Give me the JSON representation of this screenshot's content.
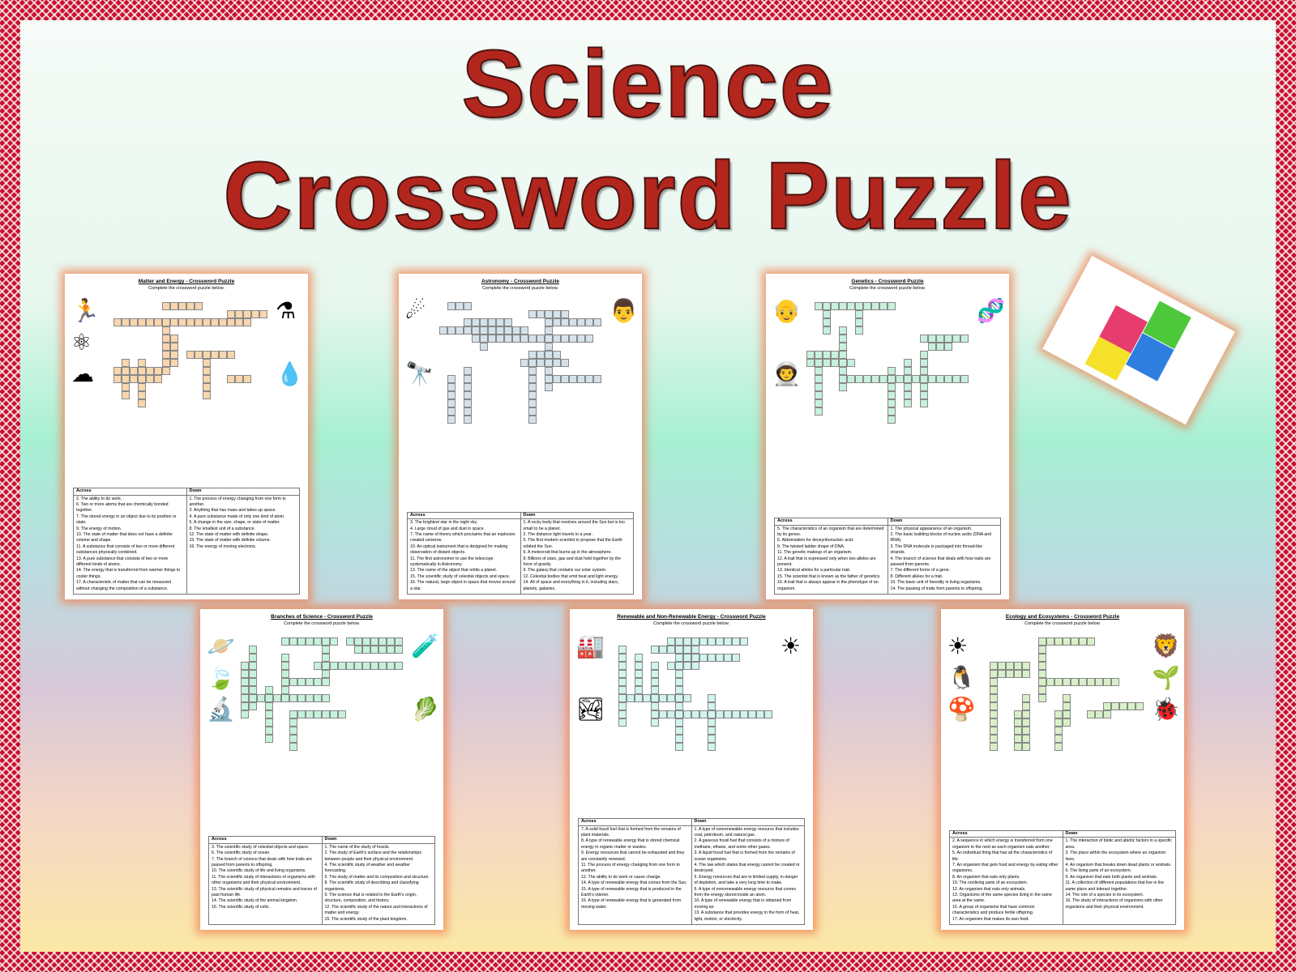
{
  "title": {
    "line1": "Science",
    "line2": "Crossword Puzzle"
  },
  "subtitle": "Complete the crossword puzzle below.",
  "pages": [
    {
      "title": "Matter and Energy - Crossword Puzzle",
      "cell_color": "#f8d6ae",
      "across_label": "Across",
      "down_label": "Down",
      "across": [
        "2. The ability to do work.",
        "6. Two or more atoms that are chemically bonded together.",
        "7. The stored energy in an object due to its position or state.",
        "9. The energy of motion.",
        "10. The state of matter that does not have a definite volume and shape.",
        "11. A substance that consists of two or more different substances physically combined.",
        "13. A pure substance that consists of two or more different kinds of atoms.",
        "14. The energy that is transferred from warmer things to cooler things.",
        "17. A characteristic of matter that can be measured without changing the composition of a substance."
      ],
      "down": [
        "1. The process of energy changing from one form to another.",
        "3. Anything that has mass and takes up space.",
        "4. A pure substance made of only one kind of atom.",
        "5. A change in the size, shape, or state of matter.",
        "8. The smallest unit of a substance.",
        "12. The state of matter with definite shape.",
        "15. The state of matter with definite volume.",
        "16. The energy of moving electrons."
      ]
    },
    {
      "title": "Astronomy - Crossword Puzzle",
      "cell_color": "#d4e2ec",
      "across_label": "Across",
      "down_label": "Down",
      "across": [
        "3. The brightest star in the night sky.",
        "4. Large cloud of gas and dust in space.",
        "7. The name of theory which proclaims that an explosion created universe.",
        "10. An optical instrument that is designed for making observation of distant objects.",
        "11. The first astronomer to use the telescope systematically in Astronomy.",
        "13. The name of the object that orbits a planet.",
        "15. The scientific study of celestial objects and space.",
        "16. The natural, large object in space that moves around a star."
      ],
      "down": [
        "1. A rocky body that revolves around the Sun but is too small to be a planet.",
        "2. The distance light travels in a year.",
        "5. The first modern scientist to propose that the Earth orbited the Sun.",
        "6. A meteoroid that burns up in the atmosphere.",
        "8. Billions of stars, gas and dust held together by the force of gravity.",
        "9. The galaxy that contains our solar system.",
        "12. Celestial bodies that emit heat and light energy.",
        "14. All of space and everything in it, including stars, planets, galaxies."
      ]
    },
    {
      "title": "Genetics - Crossword Puzzle",
      "cell_color": "#c8f0dc",
      "across_label": "Across",
      "down_label": "Down",
      "across": [
        "5. The characteristics of an organism that are determined by its genes.",
        "6. Abbreviation for deoxyribonucleic acid.",
        "9. The twisted ladder shape of DNA.",
        "11. The genetic makeup of an organism.",
        "12. A trait that is expressed only when two alleles are present.",
        "13. Identical alleles for a particular trait.",
        "15. The scientist that is known as the father of genetics.",
        "16. A trait that is always appear in the phenotype of an organism."
      ],
      "down": [
        "1. The physical appearance of an organism.",
        "2. The basic building blocks of nucleic acids (DNA and RNA).",
        "3. The DNA molecule is packaged into thread-like strands.",
        "4. The branch of science that deals with how traits are passed from parents.",
        "7. The different forms of a gene.",
        "8. Different alleles for a trait.",
        "10. The basic unit of heredity in living organisms.",
        "14. The passing of traits from parents to offspring."
      ]
    },
    {
      "title": "Branches of Science - Crossword Puzzle",
      "cell_color": "#c6f2dc",
      "across_label": "Across",
      "down_label": "Down",
      "across": [
        "3. The scientific study of celestial objects and space.",
        "6. The scientific study of ocean.",
        "7. The branch of science that deals with how traits are passed from parents to offspring.",
        "10. The scientific study of life and living organisms.",
        "11. The scientific study of interactions of organisms with other organisms and their physical environment.",
        "13. The scientific study of physical remains and traces of past human life.",
        "14. The scientific study of the animal kingdom.",
        "16. The scientific study of cells."
      ],
      "down": [
        "1. The name of the study of fossils.",
        "2. The study of Earth's surface and the relationships between people and their physical environment.",
        "4. The scientific study of weather and weather forecasting.",
        "5. The study of matter and its composition and structure.",
        "8. The scientific study of describing and classifying organisms.",
        "9. The science that is related to the Earth's origin, structure, composition, and history.",
        "12. The scientific study of the nature and interactions of matter and energy.",
        "15. The scientific study of the plant kingdom."
      ]
    },
    {
      "title": "Renewable and Non-Renewable Energy - Crossword Puzzle",
      "cell_color": "#d2f4ee",
      "across_label": "Across",
      "down_label": "Down",
      "across": [
        "7. A solid fossil fuel that is formed from the remains of plant materials.",
        "8. A type of renewable energy that is stored chemical energy in organic matter or wastes.",
        "9. Energy resources that cannot be exhausted and they are constantly renewed.",
        "11. The process of energy changing from one form to another.",
        "12. The ability to do work or cause change.",
        "14. A type of renewable energy that comes from the Sun.",
        "15. A type of renewable energy that is produced in the Earth's interior.",
        "16. A type of renewable energy that is generated from moving water."
      ],
      "down": [
        "1. A type of nonrenewable energy resource that includes coal, petroleum, and natural gas.",
        "2. A gaseous fossil fuel that consists of a mixture of methane, ethane, and some other gases.",
        "3. A liquid fossil fuel that is formed from the remains of ocean organisms.",
        "4. The law which states that energy cannot be created or destroyed.",
        "5. Energy resources that are in limited supply, in danger of depletion, and take a very long time to make.",
        "6. A type of nonrenewable energy resource that comes from the energy stored inside an atom.",
        "10. A type of renewable energy that is obtained from moving air.",
        "13. A substance that provides energy in the form of heat, light, motion, or electricity."
      ]
    },
    {
      "title": "Ecology and Ecosystems - Crossword Puzzle",
      "cell_color": "#d8f0c8",
      "across_label": "Across",
      "down_label": "Down",
      "across": [
        "2. A sequence in which energy is transferred from one organism to the next as each organism eats another.",
        "5. An individual thing that has all the characteristics of life.",
        "7. An organism that gets food and energy by eating other organisms.",
        "8. An organism that eats only plants.",
        "10. The nonliving parts of an ecosystem.",
        "12. An organism that eats only animals.",
        "13. Organisms of the same species living in the same area at the same.",
        "15. A group of organisms that have common characteristics and produce fertile offspring.",
        "17. An organism that makes its own food."
      ],
      "down": [
        "1. The interaction of biotic and abiotic factors in a specific area.",
        "3. The place within the ecosystem where an organism lives.",
        "4. An organism that breaks down dead plants or animals.",
        "6. The living parts of an ecosystem.",
        "9. An organism that eats both plants and animals.",
        "11. A collection of different populations that live in the same place and interact together.",
        "14. The role of a species in its ecosystem.",
        "16. The study of interactions of organisms with other organisms and their physical environment."
      ]
    }
  ]
}
